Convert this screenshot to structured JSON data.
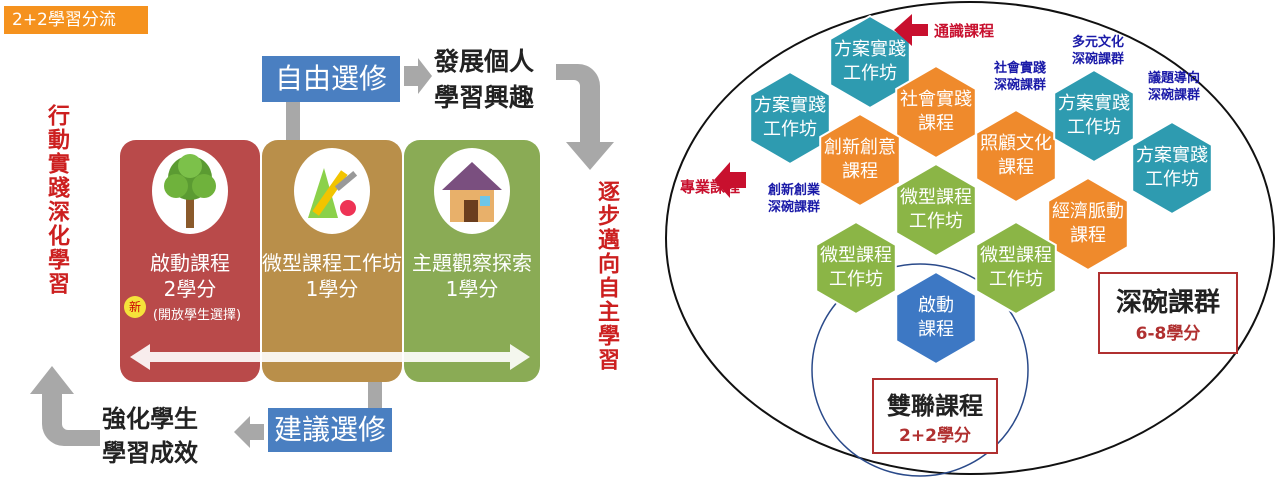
{
  "left": {
    "tag": "2+2學習分流",
    "vertical_left": "行動實踐深化學習",
    "vertical_right": "逐步邁向自主學習",
    "elective_free": "自由選修",
    "interest_line1": "發展個人",
    "interest_line2": "學習興趣",
    "elective_suggest": "建議選修",
    "strengthen_line1": "強化學生",
    "strengthen_line2": "學習成效",
    "new_badge": "新",
    "panels": [
      {
        "title": "啟動課程",
        "credit": "2學分",
        "note": "(開放學生選擇)",
        "color": "#b94a4a",
        "icon": "tree-icon"
      },
      {
        "title": "微型課程工作坊",
        "credit": "1學分",
        "note": "",
        "color": "#b98f4a",
        "icon": "tools-icon"
      },
      {
        "title": "主題觀察探索",
        "credit": "1學分",
        "note": "",
        "color": "#8aab55",
        "icon": "house-icon"
      }
    ]
  },
  "right": {
    "hexes": [
      {
        "label": "方案實踐\n工作坊",
        "color": "#2e9bb0"
      },
      {
        "label": "方案實踐\n工作坊",
        "color": "#2e9bb0"
      },
      {
        "label": "社會實踐\n課程",
        "color": "#ef8a2c"
      },
      {
        "label": "創新創意\n課程",
        "color": "#ef8a2c"
      },
      {
        "label": "照顧文化\n課程",
        "color": "#ef8a2c"
      },
      {
        "label": "方案實踐\n工作坊",
        "color": "#2e9bb0"
      },
      {
        "label": "方案實踐\n工作坊",
        "color": "#2e9bb0"
      },
      {
        "label": "微型課程\n工作坊",
        "color": "#8bb546"
      },
      {
        "label": "經濟脈動\n課程",
        "color": "#ef8a2c"
      },
      {
        "label": "微型課程\n工作坊",
        "color": "#8bb546"
      },
      {
        "label": "微型課程\n工作坊",
        "color": "#8bb546"
      },
      {
        "label": "啟動\n課程",
        "color": "#3d78c4"
      }
    ],
    "general": "通識課程",
    "professional": "專業課程",
    "social_cluster": [
      "社會實踐",
      "深碗課群"
    ],
    "multi_cluster": [
      "多元文化",
      "深碗課群"
    ],
    "issue_cluster": [
      "議題導向",
      "深碗課群"
    ],
    "innovation_cluster": [
      "創新創業",
      "深碗課群"
    ],
    "deep_title": "深碗課群",
    "deep_credit": "6-8學分",
    "dual_title": "雙聯課程",
    "dual_credit": "2+2學分"
  }
}
